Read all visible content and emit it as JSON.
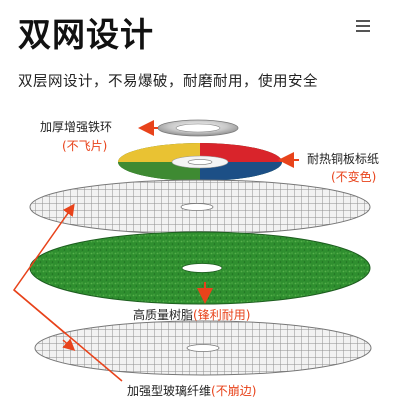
{
  "header": {
    "title": "双网设计",
    "subtitle": "双层网设计，不易爆破，耐磨耐用，使用安全"
  },
  "labels": {
    "ring": "加厚增强铁环",
    "ring_note": "(不飞片)",
    "paper": "耐热铜板标纸",
    "paper_note": "(不变色)",
    "resin": "高质量树脂",
    "resin_note": "(锋利耐用)",
    "fiber": "加强型玻璃纤维",
    "fiber_note": "(不崩边)"
  },
  "colors": {
    "accent": "#e8431b",
    "resin_green": "#2e8b2e",
    "mesh_gray": "#9a9a9a"
  }
}
